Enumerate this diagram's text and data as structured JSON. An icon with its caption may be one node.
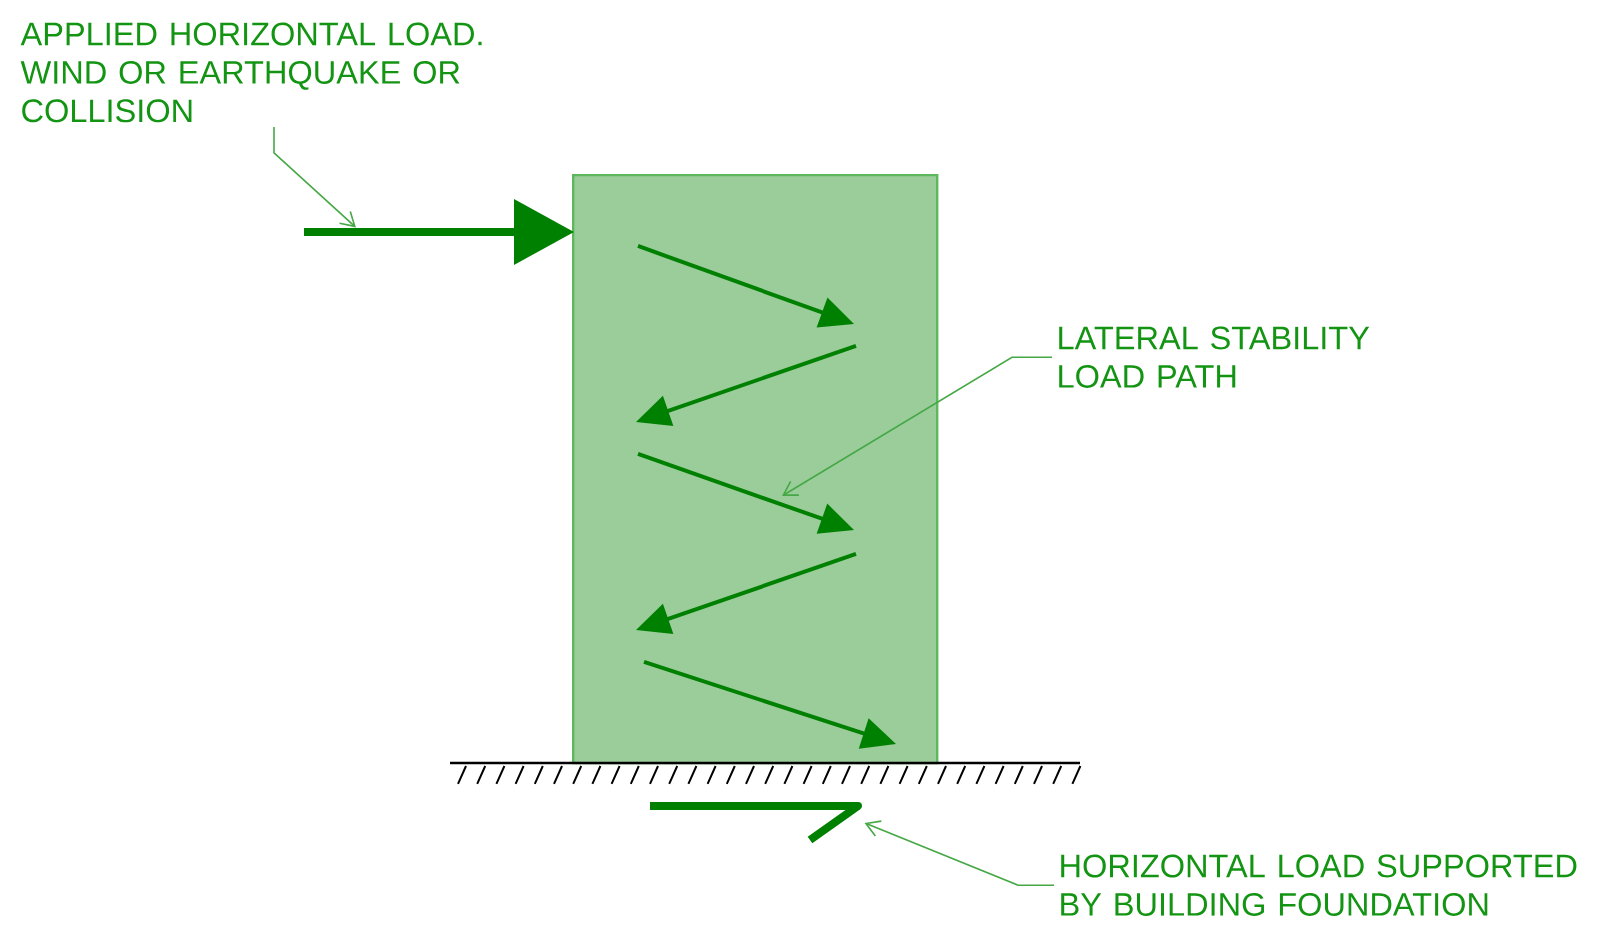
{
  "diagram": {
    "nodes": [
      {
        "text": [
          "APPLIED HORIZONTAL LOAD. WIND OR EARTHQUAKE OR COLLISION"
        ]
      },
      {
        "text": [],
        "shape": "arrow"
      },
      {
        "text": [],
        "shape": "box"
      },
      {
        "text": [
          "LATERAL STABILITY LOAD PATH"
        ]
      },
      {
        "text": [],
        "shape": "arrow"
      },
      {
        "text": [
          "HORIZONTAL LOAD SUPPORTED BY BUILDING FOUNDATION"
        ]
      }
    ],
    "edges": [
      {
        "from": 0,
        "to": 1,
        "arrow": "to"
      },
      {
        "from": 3,
        "to": 2,
        "arrow": "to"
      },
      {
        "from": 5,
        "to": 4,
        "arrow": "to"
      }
    ]
  }
}
